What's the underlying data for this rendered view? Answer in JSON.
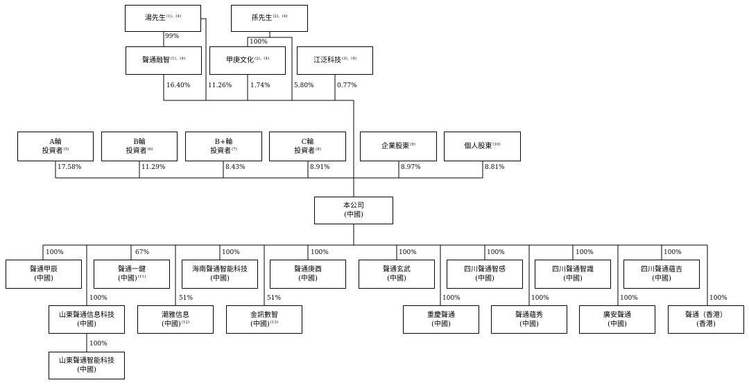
{
  "top_holders": {
    "tang": {
      "name": "湯先生",
      "note": "(1)、(4)"
    },
    "sun": {
      "name": "孫先生",
      "note": "(2)、(4)"
    }
  },
  "holding_entities": {
    "shengtong_rongzhi": {
      "name": "聲通融智",
      "note": "(1)、(4)"
    },
    "jiageng_wenhua": {
      "name": "甲庚文化",
      "note": "(2)、(4)"
    },
    "jiangfan_keji": {
      "name": "江泛科技",
      "note": "(3)、(4)"
    }
  },
  "investors": {
    "round_a": {
      "line1": "A輪",
      "line2": "投資者",
      "note": "(5)"
    },
    "round_b": {
      "line1": "B輪",
      "line2": "投資者",
      "note": "(6)"
    },
    "round_bplus": {
      "line1": "B+輪",
      "line2": "投資者",
      "note": "(7)"
    },
    "round_c": {
      "line1": "C輪",
      "line2": "投資者",
      "note": "(8)"
    },
    "corporate": {
      "name": "企業股東",
      "note": "(9)"
    },
    "individual": {
      "name": "個人股東",
      "note": "(10)"
    }
  },
  "company": {
    "line1": "本公司",
    "line2": "(中國)"
  },
  "subsidiaries": {
    "jiachen": {
      "line1": "聲通甲辰",
      "line2": "(中國)"
    },
    "yijian": {
      "line1": "聲通一鍵",
      "line2": "(中國)",
      "note": "(11)"
    },
    "hainan": {
      "line1": "海南聲通智能科技",
      "line2": "(中國)"
    },
    "gengxi": {
      "line1": "聲通庚酉",
      "line2": "(中國)"
    },
    "xuanwu": {
      "line1": "聲通玄武",
      "line2": "(中國)"
    },
    "sc_zhigan": {
      "line1": "四川聲通智感",
      "line2": "(中國)"
    },
    "sc_zhishi": {
      "line1": "四川聲通智識",
      "line2": "(中國)"
    },
    "sc_yunji": {
      "line1": "四川聲通蘊吉",
      "line2": "(中國)"
    },
    "shandong_info": {
      "line1": "山東聲通信息科技",
      "line2": "(中國)"
    },
    "chaoya": {
      "line1": "潮雅信息",
      "line2": "(中國)",
      "note": "(12)"
    },
    "jinxun": {
      "line1": "金訊數智",
      "line2": "(中國)",
      "note": "(13)"
    },
    "chongqing": {
      "line1": "重慶聲通",
      "line2": "(中國)"
    },
    "yunxiu": {
      "line1": "聲通蘊秀",
      "line2": "(中國)"
    },
    "guangan": {
      "line1": "廣安聲通",
      "line2": "(中國)"
    },
    "hk": {
      "line1": "聲通（香港）",
      "line2": "(香港)"
    },
    "shandong_ai": {
      "line1": "山東聲通智能科技",
      "line2": "(中國)"
    }
  },
  "percentages": {
    "tang_to_rongzhi": "99%",
    "sun_to_jiageng": "100%",
    "rongzhi": "16.40%",
    "tang_direct": "11.26%",
    "jiageng": "1.74%",
    "sun_direct": "5.80%",
    "jiangfan": "0.77%",
    "round_a": "17.58%",
    "round_b": "11.29%",
    "round_bplus": "8.43%",
    "round_c": "8.91%",
    "corporate": "8.97%",
    "individual": "8.81%",
    "jiachen": "100%",
    "yijian": "67%",
    "hainan": "100%",
    "gengxi": "100%",
    "xuanwu": "100%",
    "sc_zhigan": "100%",
    "sc_zhishi": "100%",
    "sc_yunji": "100%",
    "shandong_info": "100%",
    "chaoya": "51%",
    "jinxun": "51%",
    "chongqing": "100%",
    "yunxiu": "100%",
    "guangan": "100%",
    "hk": "100%",
    "shandong_ai": "100%"
  }
}
